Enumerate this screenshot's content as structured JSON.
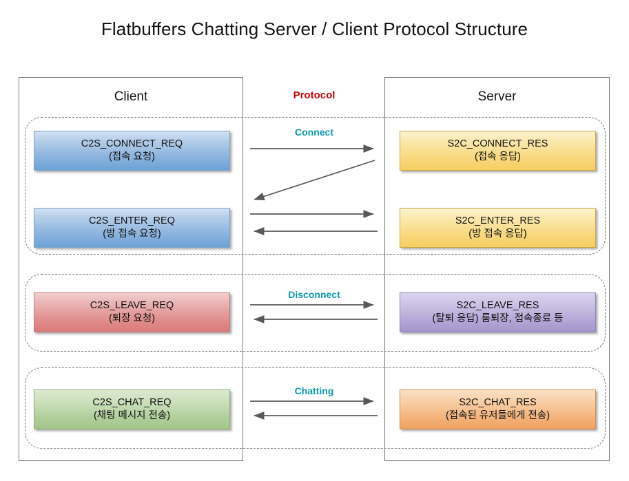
{
  "diagram": {
    "title": "Flatbuffers Chatting Server / Client Protocol Structure",
    "columns": {
      "client": "Client",
      "server": "Server",
      "protocol": "Protocol"
    },
    "colors": {
      "title": "#131313",
      "protocol_label": "#cc0000",
      "phase_label": "#0d9aaa",
      "arrow": "#58595b",
      "frame_border": "#7b7b7b",
      "group_dash": "#7a7a7a",
      "blue_box": "#86b0dc",
      "yellow_box": "#f8d77a",
      "red_box": "#e08b8b",
      "purple_box": "#b2a4d5",
      "green_box": "#aecd98",
      "orange_box": "#f3b077"
    },
    "phases": [
      {
        "id": "connect",
        "label": "Connect",
        "messages": [
          {
            "side": "client",
            "code": "C2S_CONNECT_REQ",
            "desc": "(접속 요청)",
            "theme": "blue"
          },
          {
            "side": "server",
            "code": "S2C_CONNECT_RES",
            "desc": "(접속 응답)",
            "theme": "yellow"
          },
          {
            "side": "client",
            "code": "C2S_ENTER_REQ",
            "desc": "(방 접속 요청)",
            "theme": "blue"
          },
          {
            "side": "server",
            "code": "S2C_ENTER_RES",
            "desc": "(방 접속 응답)",
            "theme": "yellow"
          }
        ],
        "arrows": [
          {
            "direction": "right",
            "kind": "straight"
          },
          {
            "direction": "left",
            "kind": "diagonal"
          },
          {
            "direction": "right",
            "kind": "straight"
          },
          {
            "direction": "left",
            "kind": "straight"
          }
        ]
      },
      {
        "id": "disconnect",
        "label": "Disconnect",
        "messages": [
          {
            "side": "client",
            "code": "C2S_LEAVE_REQ",
            "desc": "(퇴장 요청)",
            "theme": "red"
          },
          {
            "side": "server",
            "code": "S2C_LEAVE_RES",
            "desc": "(탈퇴 응답) 룸퇴장, 접속종료 등",
            "theme": "purple"
          }
        ],
        "arrows": [
          {
            "direction": "right",
            "kind": "straight"
          },
          {
            "direction": "left",
            "kind": "straight"
          }
        ]
      },
      {
        "id": "chatting",
        "label": "Chatting",
        "messages": [
          {
            "side": "client",
            "code": "C2S_CHAT_REQ",
            "desc": "(채팅 메시지 전송)",
            "theme": "green"
          },
          {
            "side": "server",
            "code": "S2C_CHAT_RES",
            "desc": "(접속된 유저들에게 전송)",
            "theme": "orange"
          }
        ],
        "arrows": [
          {
            "direction": "right",
            "kind": "straight"
          },
          {
            "direction": "left",
            "kind": "straight"
          }
        ]
      }
    ]
  }
}
